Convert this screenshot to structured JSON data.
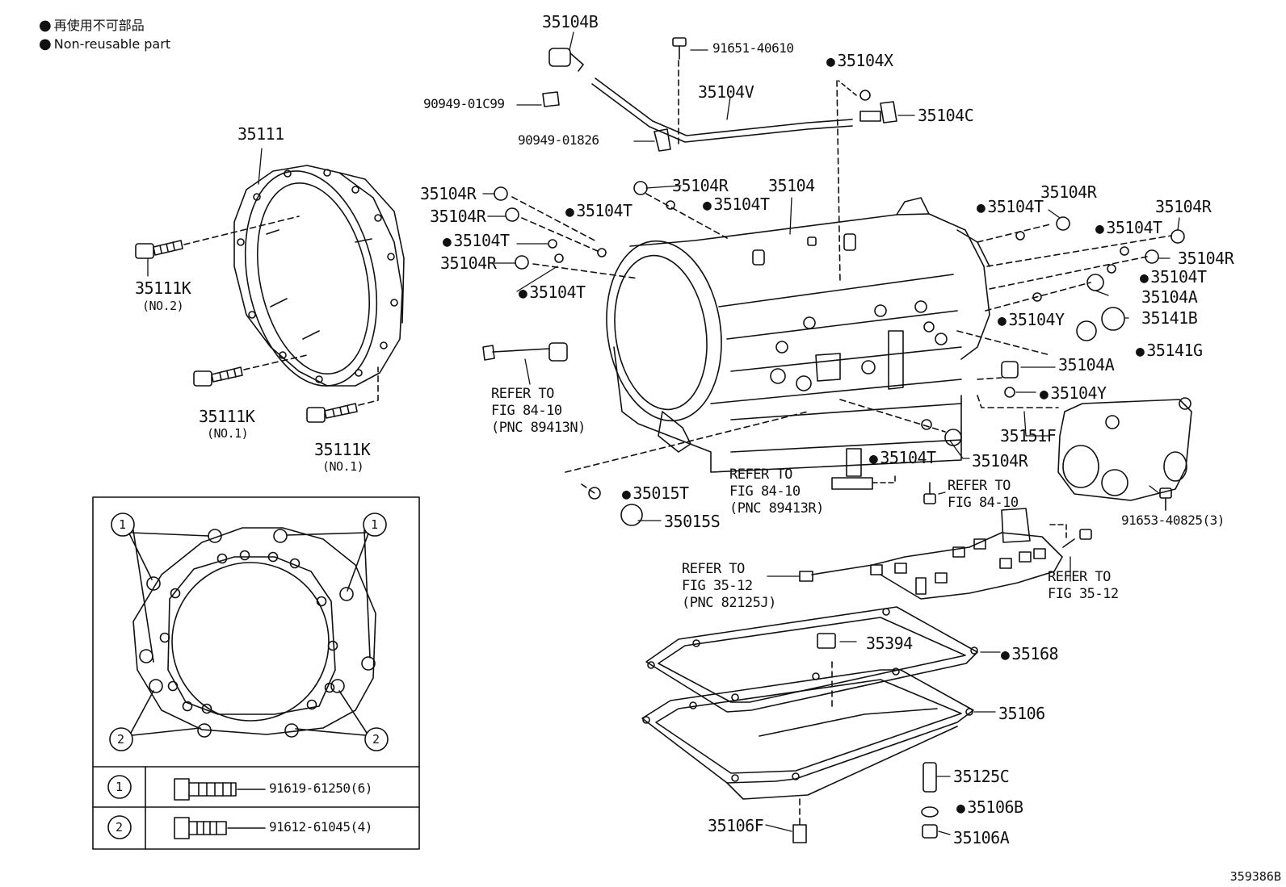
{
  "legend": {
    "jp": "再使用不可部品",
    "en": "Non-reusable part"
  },
  "diagram_code": "359386B",
  "labels": {
    "p35104B": "35104B",
    "p91651": "91651-40610",
    "p35104X": "35104X",
    "p90949a": "90949-01C99",
    "p35104V": "35104V",
    "p35104C": "35104C",
    "p90949b": "90949-01826",
    "p35111": "35111",
    "p35111K2": "35111K",
    "no2": "(NO.2)",
    "p35111K1a": "35111K",
    "no1a": "(NO.1)",
    "p35111K1b": "35111K",
    "no1b": "(NO.1)",
    "r1": "35104R",
    "r2": "35104R",
    "t1": "35104T",
    "r3": "35104R",
    "t2": "35104T",
    "rA": "35104R",
    "tA": "35104T",
    "main": "35104",
    "tB": "35104T",
    "rT1": "35104R",
    "tT1": "35104T",
    "rT2": "35104R",
    "tT2": "35104T",
    "rT3": "35104R",
    "tT3": "35104T",
    "aT": "35104A",
    "y1": "35104Y",
    "b141": "35141B",
    "g141": "35141G",
    "a2": "35104A",
    "y2": "35104Y",
    "f151": "35151F",
    "t3": "35104T",
    "r4": "35104R",
    "s15T": "35015T",
    "s15S": "35015S",
    "b91653": "91653-40825(3)",
    "p35394": "35394",
    "p35168": "35168",
    "p35106": "35106",
    "p35125C": "35125C",
    "p35106B": "35106B",
    "p35106F": "35106F",
    "p35106A": "35106A",
    "ref1": "REFER TO\nFIG 84-10\n(PNC 89413N)",
    "ref2": "REFER TO\nFIG 84-10\n(PNC 89413R)",
    "ref3": "REFER TO\nFIG 84-10",
    "ref4": "REFER TO\nFIG 35-12\n(PNC 82125J)",
    "ref5": "REFER TO\nFIG 35-12"
  },
  "bolt_table": [
    {
      "key": "1",
      "part": "91619-61250(6)"
    },
    {
      "key": "2",
      "part": "91612-61045(4)"
    }
  ],
  "gasket_callouts": [
    "1",
    "1",
    "2",
    "2"
  ]
}
